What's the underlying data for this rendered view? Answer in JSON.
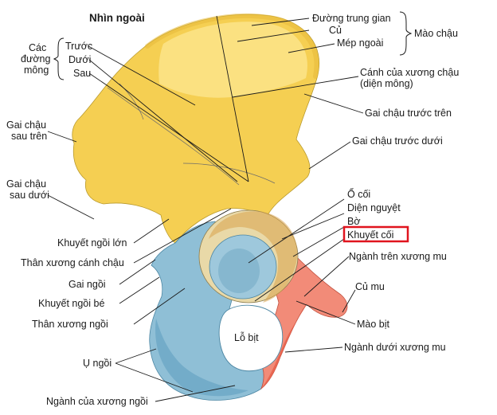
{
  "title": "Nhìn ngoài",
  "groups": {
    "mao_chau": "Mào chậu",
    "duong_mong": [
      "Các",
      "đường",
      "mông"
    ]
  },
  "labels": {
    "duong_trung_gian": "Đường trung gian",
    "cu": "Củ",
    "mep_ngoai": "Mép ngoài",
    "canh_xuong_chau_1": "Cánh của xương chậu",
    "canh_xuong_chau_2": "(diện mông)",
    "gai_chau_truoc_tren": "Gai chậu trước trên",
    "gai_chau_truoc_duoi": "Gai chậu trước dưới",
    "truoc": "Trước",
    "duoi": "Dưới",
    "sau": "Sau",
    "gai_chau_sau_tren_1": "Gai chậu",
    "gai_chau_sau_tren_2": "sau trên",
    "gai_chau_sau_duoi_1": "Gai chậu",
    "gai_chau_sau_duoi_2": "sau dưới",
    "o_coi": "Ổ cối",
    "dien_nguyet": "Diện nguyệt",
    "bo": "Bờ",
    "khuyet_coi": "Khuyết cối",
    "nganh_tren_xuong_mu": "Ngành trên xương mu",
    "cu_mu": "Củ mu",
    "mao_bit": "Mào bịt",
    "nganh_duoi_xuong_mu": "Ngành dưới xương mu",
    "khuyet_ngoi_lon": "Khuyết ngồi lớn",
    "than_xuong_canh_chau": "Thân xương cánh chậu",
    "gai_ngoi": "Gai ngồi",
    "khuyet_ngoi_be": "Khuyết ngồi bé",
    "than_xuong_ngoi": "Thân xương ngồi",
    "u_ngoi": "Ụ ngồi",
    "nganh_xuong_ngoi": "Ngành của xương ngồi",
    "lo_bit": "Lỗ bịt"
  },
  "highlight_color": "#e0141e",
  "colors": {
    "ilium": "#f5cf52",
    "ilium_light": "#fbe48a",
    "ischium": "#8fbfd6",
    "ischium_dark": "#5f9fbd",
    "pubis": "#f28b78",
    "pubis_dark": "#e8604b",
    "fossa": "#9ec8dc",
    "foramen": "#ffffff"
  }
}
